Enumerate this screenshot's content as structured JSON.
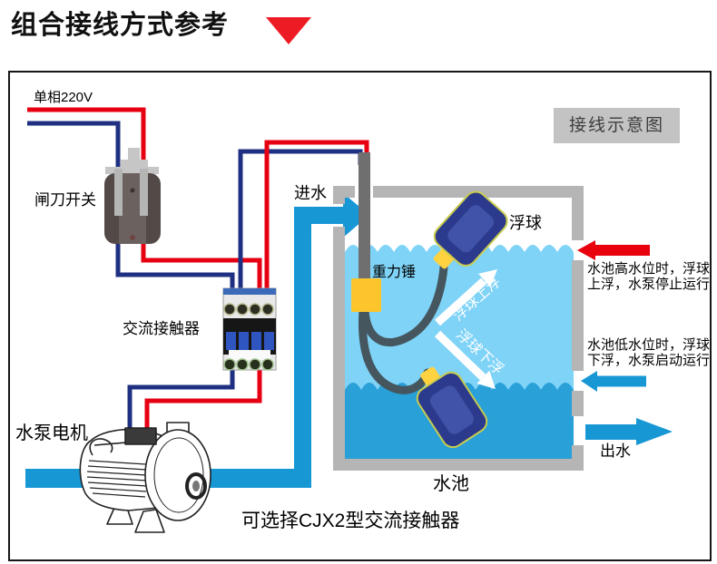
{
  "title": {
    "text": "组合接线方式参考"
  },
  "labels": {
    "power": "单相220V",
    "knife_switch": "闸刀开关",
    "contactor": "交流接触器",
    "pump": "水泵电机",
    "inlet": "进水",
    "schematic_box": "接线示意图",
    "float_ball": "浮球",
    "gravity_hammer": "重力锤",
    "float_rise": "浮球上浮",
    "float_sink": "浮球下浮",
    "pool": "水池",
    "outlet": "出水",
    "note": "可选择CJX2型交流接触器"
  },
  "notes": {
    "high_line1": "水池高水位时，浮球",
    "high_line2": "上浮，水泵停止运行",
    "low_line1": "水池低水位时，浮球",
    "low_line2": "下浮，水泵启动运行"
  },
  "colors": {
    "accent_red": "#e60012",
    "wire_blue": "#1f3082",
    "pipe_blue": "#1897d5",
    "water_light": "#7ed3f7",
    "water_deep": "#2aa0d8",
    "wall_gray": "#b5b5b5",
    "float_navy": "#2b3a8c",
    "hammer_yellow": "#fdc52c",
    "label_box_gray": "#c3c3c3"
  }
}
